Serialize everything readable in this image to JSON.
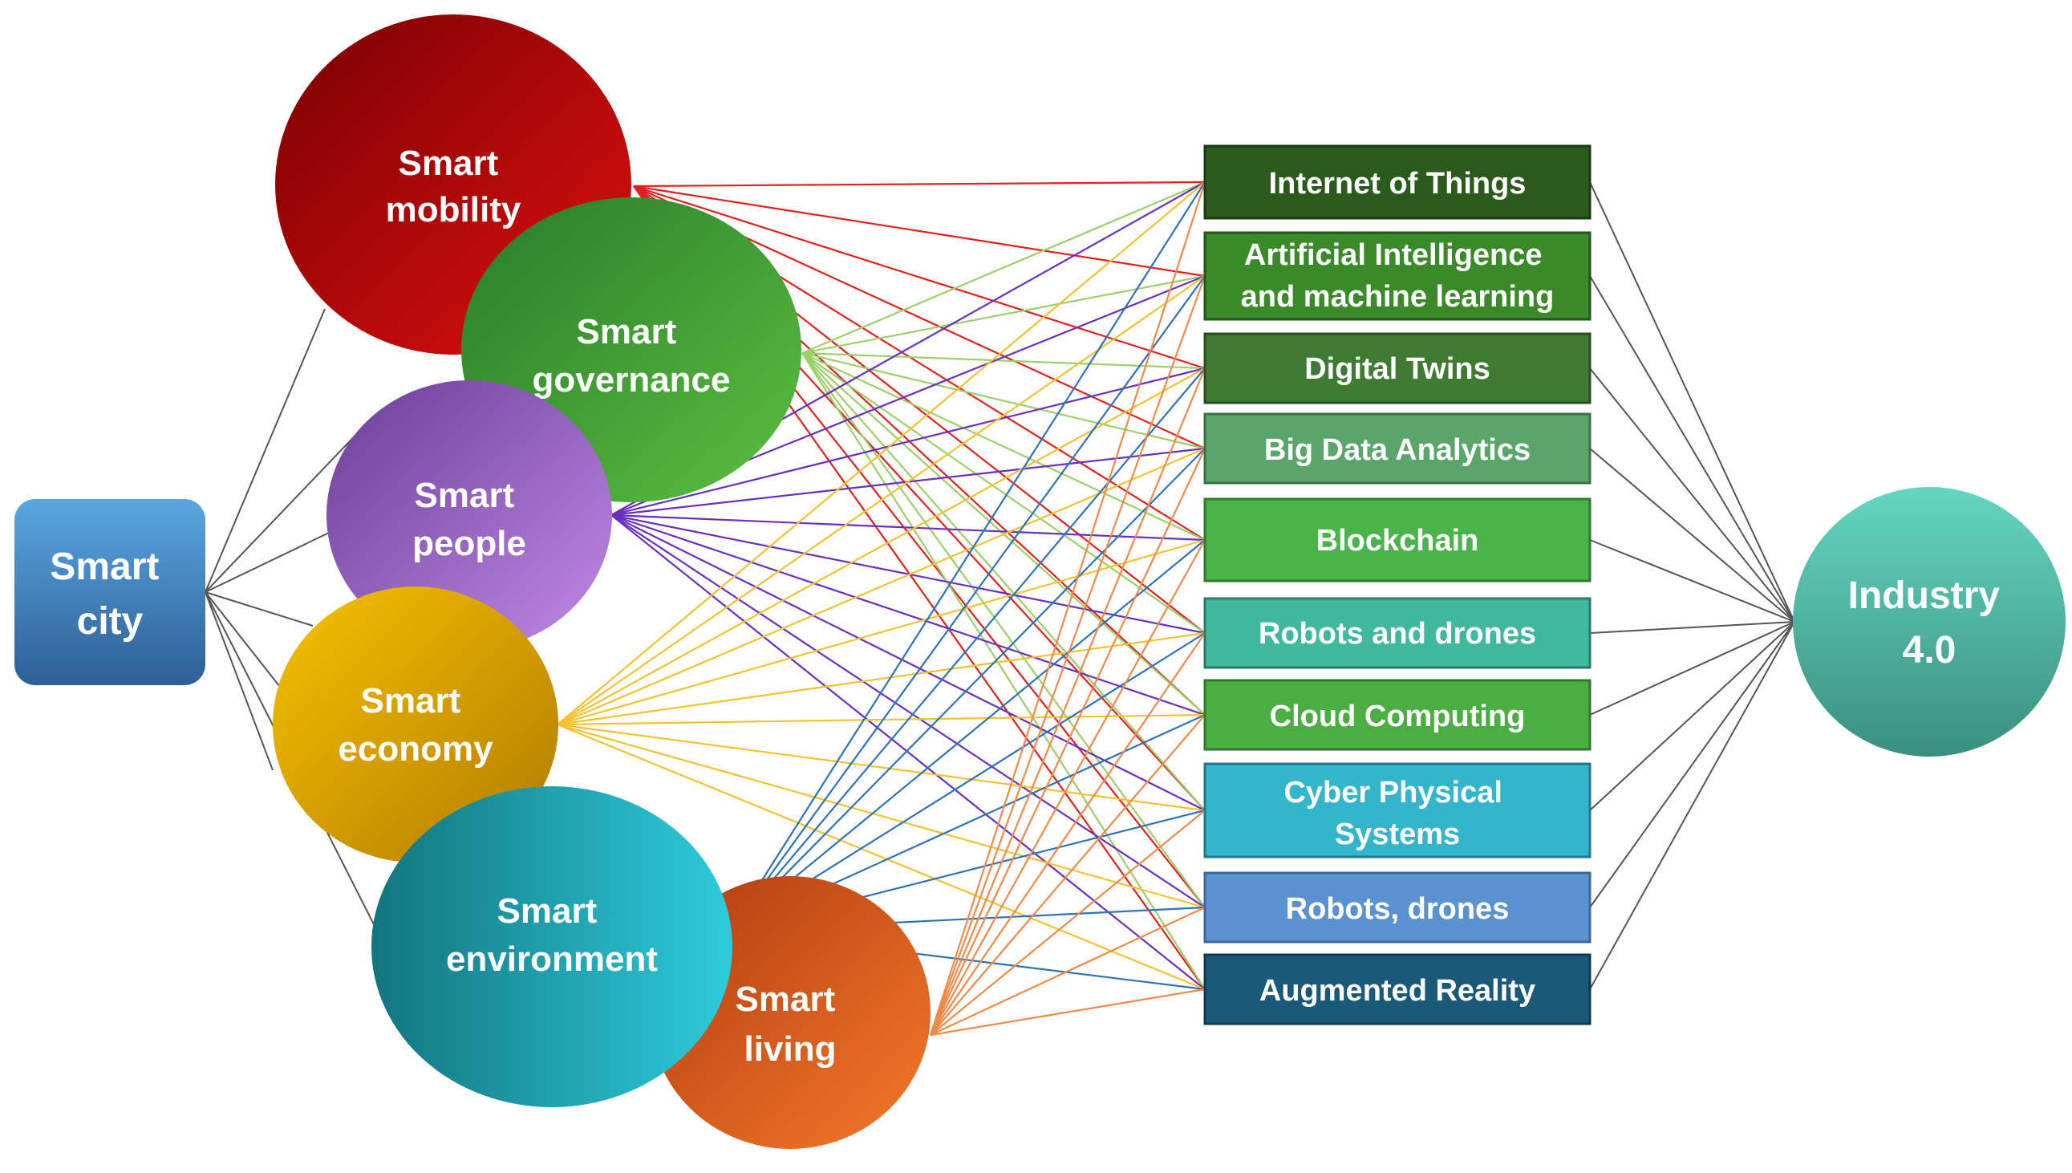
{
  "smart_city": {
    "label_lines": [
      "Smart",
      "city"
    ],
    "color": "#3e7fbf"
  },
  "industry": {
    "label_lines": [
      "Industry",
      "4.0"
    ],
    "color": "#4eb3a0"
  },
  "domains": [
    {
      "id": "mobility",
      "label_lines": [
        "Smart",
        "mobility"
      ],
      "color": "#b00000",
      "line_color": "#e3201c"
    },
    {
      "id": "governance",
      "label_lines": [
        "Smart",
        "governance"
      ],
      "color": "#3f9a38",
      "line_color": "#9ad06a"
    },
    {
      "id": "people",
      "label_lines": [
        "Smart",
        "people"
      ],
      "color": "#9a64c4",
      "line_color": "#6a2fbf"
    },
    {
      "id": "economy",
      "label_lines": [
        "Smart",
        "economy"
      ],
      "color": "#e0a400",
      "line_color": "#f2c230"
    },
    {
      "id": "environment",
      "label_lines": [
        "Smart",
        "environment"
      ],
      "color": "#1fa6b6",
      "line_color": "#2f72b5"
    },
    {
      "id": "living",
      "label_lines": [
        "Smart",
        "living"
      ],
      "color": "#e05a18",
      "line_color": "#f08a4a"
    }
  ],
  "technologies": [
    {
      "label_lines": [
        "Internet of Things"
      ],
      "color": "#2b5a1c"
    },
    {
      "label_lines": [
        "Artificial Intelligence",
        "and machine learning"
      ],
      "color": "#3a8a2a"
    },
    {
      "label_lines": [
        "Digital Twins"
      ],
      "color": "#3e7a32"
    },
    {
      "label_lines": [
        "Big Data Analytics"
      ],
      "color": "#5aa66a"
    },
    {
      "label_lines": [
        "Blockchain"
      ],
      "color": "#4ab34a"
    },
    {
      "label_lines": [
        "Robots and drones"
      ],
      "color": "#40b89e"
    },
    {
      "label_lines": [
        "Cloud Computing"
      ],
      "color": "#4aae42"
    },
    {
      "label_lines": [
        "Cyber Physical",
        "Systems"
      ],
      "color": "#33b5cc"
    },
    {
      "label_lines": [
        "Robots, drones"
      ],
      "color": "#5a92cf"
    },
    {
      "label_lines": [
        "Augmented Reality"
      ],
      "color": "#1a5a78"
    }
  ]
}
